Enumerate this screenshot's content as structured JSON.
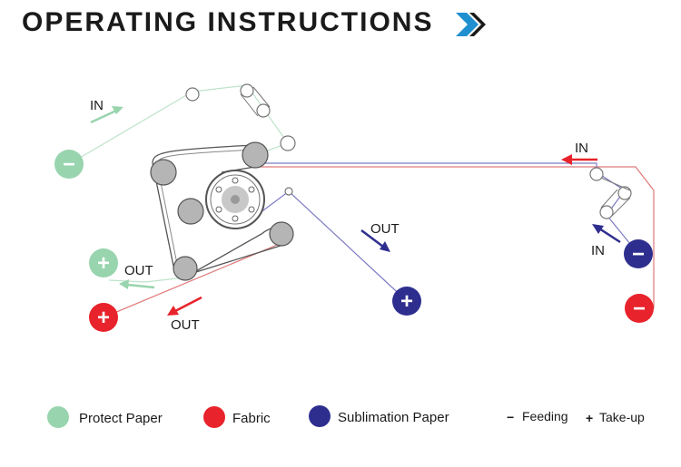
{
  "header": {
    "title": "OPERATING INSTRUCTIONS",
    "icon": "double-chevron-right-icon",
    "icon_colors": [
      "#1a1a1a",
      "#1f8fd0"
    ]
  },
  "colors": {
    "protect_paper": "#98d4ad",
    "fabric": "#e8232b",
    "sublimation_paper": "#2e2e8f",
    "protect_line": "#bfe3cb",
    "fabric_line": "#e07a7a",
    "sublimation_line": "#7b7bc4",
    "roller": "#b5b5b5"
  },
  "diagram": {
    "labels": {
      "protect_in": "IN",
      "protect_out": "OUT",
      "fabric_in": "IN",
      "fabric_out": "OUT",
      "sublimation_in": "IN",
      "sublimation_out": "OUT"
    },
    "symbols": {
      "feeding": "−",
      "takeup": "+"
    }
  },
  "legend": {
    "items": [
      {
        "label": "Protect Paper",
        "color": "#98d4ad"
      },
      {
        "label": "Fabric",
        "color": "#e8232b"
      },
      {
        "label": "Sublimation Paper",
        "color": "#2e2e8f"
      }
    ],
    "feeding": {
      "symbol": "−",
      "label": "Feeding"
    },
    "takeup": {
      "symbol": "+",
      "label": "Take-up"
    }
  }
}
